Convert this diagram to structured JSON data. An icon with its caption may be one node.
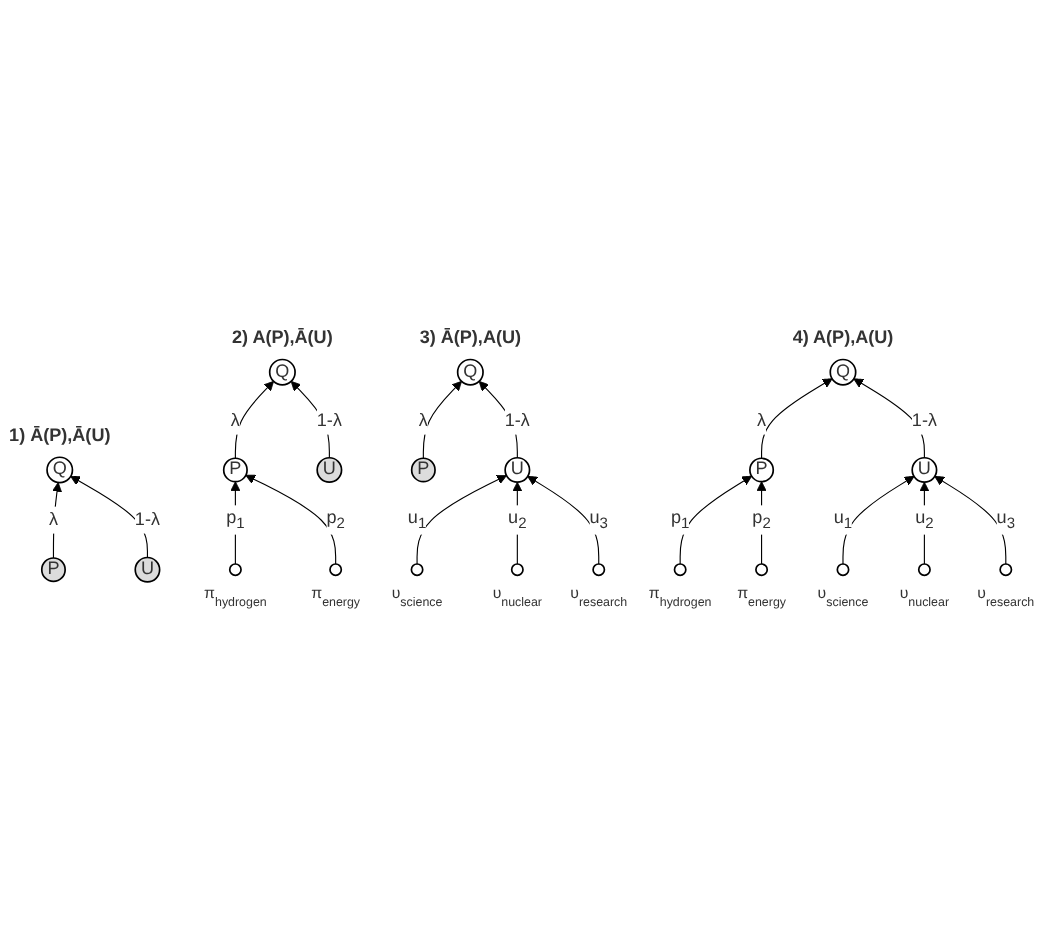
{
  "diagram": {
    "nodes": [
      {
        "text": [
          "Q"
        ]
      },
      {
        "text": [
          "P"
        ]
      },
      {
        "text": [
          "U"
        ]
      },
      {
        "text": [
          "Q"
        ]
      },
      {
        "text": [
          "P"
        ]
      },
      {
        "text": [
          "U"
        ]
      },
      {
        "text": [],
        "shape": "circle",
        "beside": [
          "π$_{hydrogen}$"
        ]
      },
      {
        "text": [],
        "shape": "circle",
        "beside": [
          "π$_{energy}$"
        ]
      },
      {
        "text": [
          "Q"
        ]
      },
      {
        "text": [
          "P"
        ]
      },
      {
        "text": [
          "U"
        ]
      },
      {
        "text": [],
        "shape": "circle",
        "beside": [
          "υ$_{science}$"
        ]
      },
      {
        "text": [],
        "shape": "circle",
        "beside": [
          "υ$_{nuclear}$"
        ]
      },
      {
        "text": [],
        "shape": "circle",
        "beside": [
          "υ$_{research}$"
        ]
      },
      {
        "text": [
          "Q"
        ]
      },
      {
        "text": [
          "P"
        ]
      },
      {
        "text": [
          "U"
        ]
      },
      {
        "text": [],
        "shape": "circle",
        "beside": [
          "π$_{hydrogen}$"
        ]
      },
      {
        "text": [],
        "shape": "circle",
        "beside": [
          "π$_{energy}$"
        ]
      },
      {
        "text": [],
        "shape": "circle",
        "beside": [
          "υ$_{science}$"
        ]
      },
      {
        "text": [],
        "shape": "circle",
        "beside": [
          "υ$_{nuclear}$"
        ]
      },
      {
        "text": [],
        "shape": "circle",
        "beside": [
          "υ$_{research}$"
        ]
      }
    ],
    "edges": [
      {
        "from": 1,
        "to": 0,
        "arrow": "to",
        "label": "λ"
      },
      {
        "from": 2,
        "to": 0,
        "arrow": "to",
        "label": "1-λ"
      },
      {
        "from": 4,
        "to": 3,
        "arrow": "to",
        "label": "λ"
      },
      {
        "from": 5,
        "to": 3,
        "arrow": "to",
        "label": "1-λ"
      },
      {
        "from": 6,
        "to": 4,
        "arrow": "to",
        "label": "p$_{1}$"
      },
      {
        "from": 7,
        "to": 4,
        "arrow": "to",
        "label": "p$_{2}$"
      },
      {
        "from": 9,
        "to": 8,
        "arrow": "to",
        "label": "λ"
      },
      {
        "from": 10,
        "to": 8,
        "arrow": "to",
        "label": "1-λ"
      },
      {
        "from": 11,
        "to": 10,
        "arrow": "to",
        "label": "u$_{1}$"
      },
      {
        "from": 12,
        "to": 10,
        "arrow": "to",
        "label": "u$_{2}$"
      },
      {
        "from": 13,
        "to": 10,
        "arrow": "to",
        "label": "u$_{3}$"
      },
      {
        "from": 15,
        "to": 14,
        "arrow": "to",
        "label": "λ"
      },
      {
        "from": 16,
        "to": 14,
        "arrow": "to",
        "label": "1-λ"
      },
      {
        "from": 17,
        "to": 15,
        "arrow": "to",
        "label": "p$_{1}$"
      },
      {
        "from": 18,
        "to": 15,
        "arrow": "to",
        "label": "p$_{2}$"
      },
      {
        "from": 19,
        "to": 16,
        "arrow": "to",
        "label": "u$_{1}$"
      },
      {
        "from": 20,
        "to": 16,
        "arrow": "to",
        "label": "u$_{2}$"
      },
      {
        "from": 21,
        "to": 16,
        "arrow": "to",
        "label": "u$_{3}$"
      }
    ],
    "labels": [
      "1) Ā(P),Ā(U)",
      "2) A(P),Ā(U)",
      "3) Ā(P),A(U)",
      "4) A(P),A(U)"
    ]
  }
}
